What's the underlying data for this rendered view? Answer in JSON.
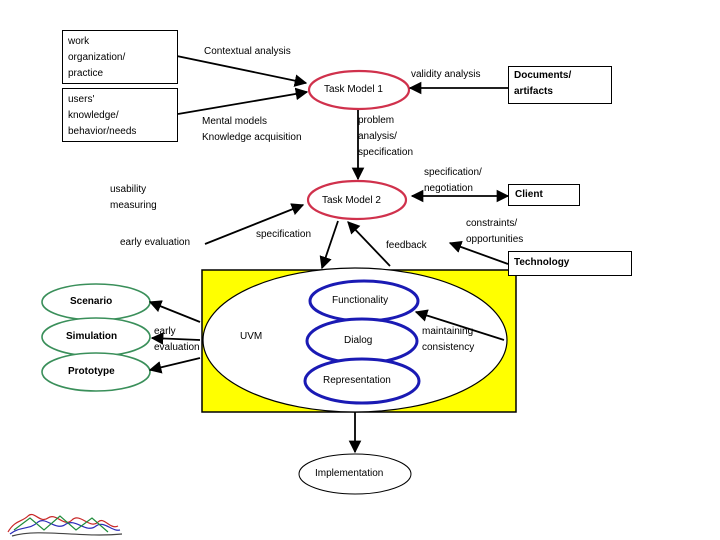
{
  "nodes": {
    "work_org": "work\norganization/\npractice",
    "users": "users'\nknowledge/\nbehavior/needs",
    "task_model_1": "Task Model 1",
    "task_model_2": "Task Model 2",
    "documents": "Documents/\nartifacts",
    "client": "Client",
    "technology": "Technology",
    "functionality": "Functionality",
    "dialog": "Dialog",
    "representation": "Representation",
    "uvm": "UVM",
    "implementation": "Implementation",
    "scenario": "Scenario",
    "simulation": "Simulation",
    "prototype": "Prototype"
  },
  "edge_labels": {
    "contextual_analysis": "Contextual analysis",
    "validity_analysis": "validity analysis",
    "mental_models": "Mental models\nKnowledge acquisition",
    "problem_analysis": "problem\nanalysis/\nspecification",
    "usability_measuring": "usability\nmeasuring",
    "spec_negotiation": "specification/\nnegotiation",
    "early_evaluation": "early evaluation",
    "specification": "specification",
    "feedback": "feedback",
    "constraints": "constraints/\nopportunities",
    "early_evaluation_2": "early\nevaluation",
    "maintaining": "maintaining\nconsistency"
  },
  "colors": {
    "task_model_ellipse": "#d0314c",
    "inner_ellipse": "#1a1ab4",
    "prototype_ellipse": "#3a8f5a",
    "yellow_area": "#ffff00"
  },
  "icons": {
    "logo": "scribble-logo-icon"
  }
}
